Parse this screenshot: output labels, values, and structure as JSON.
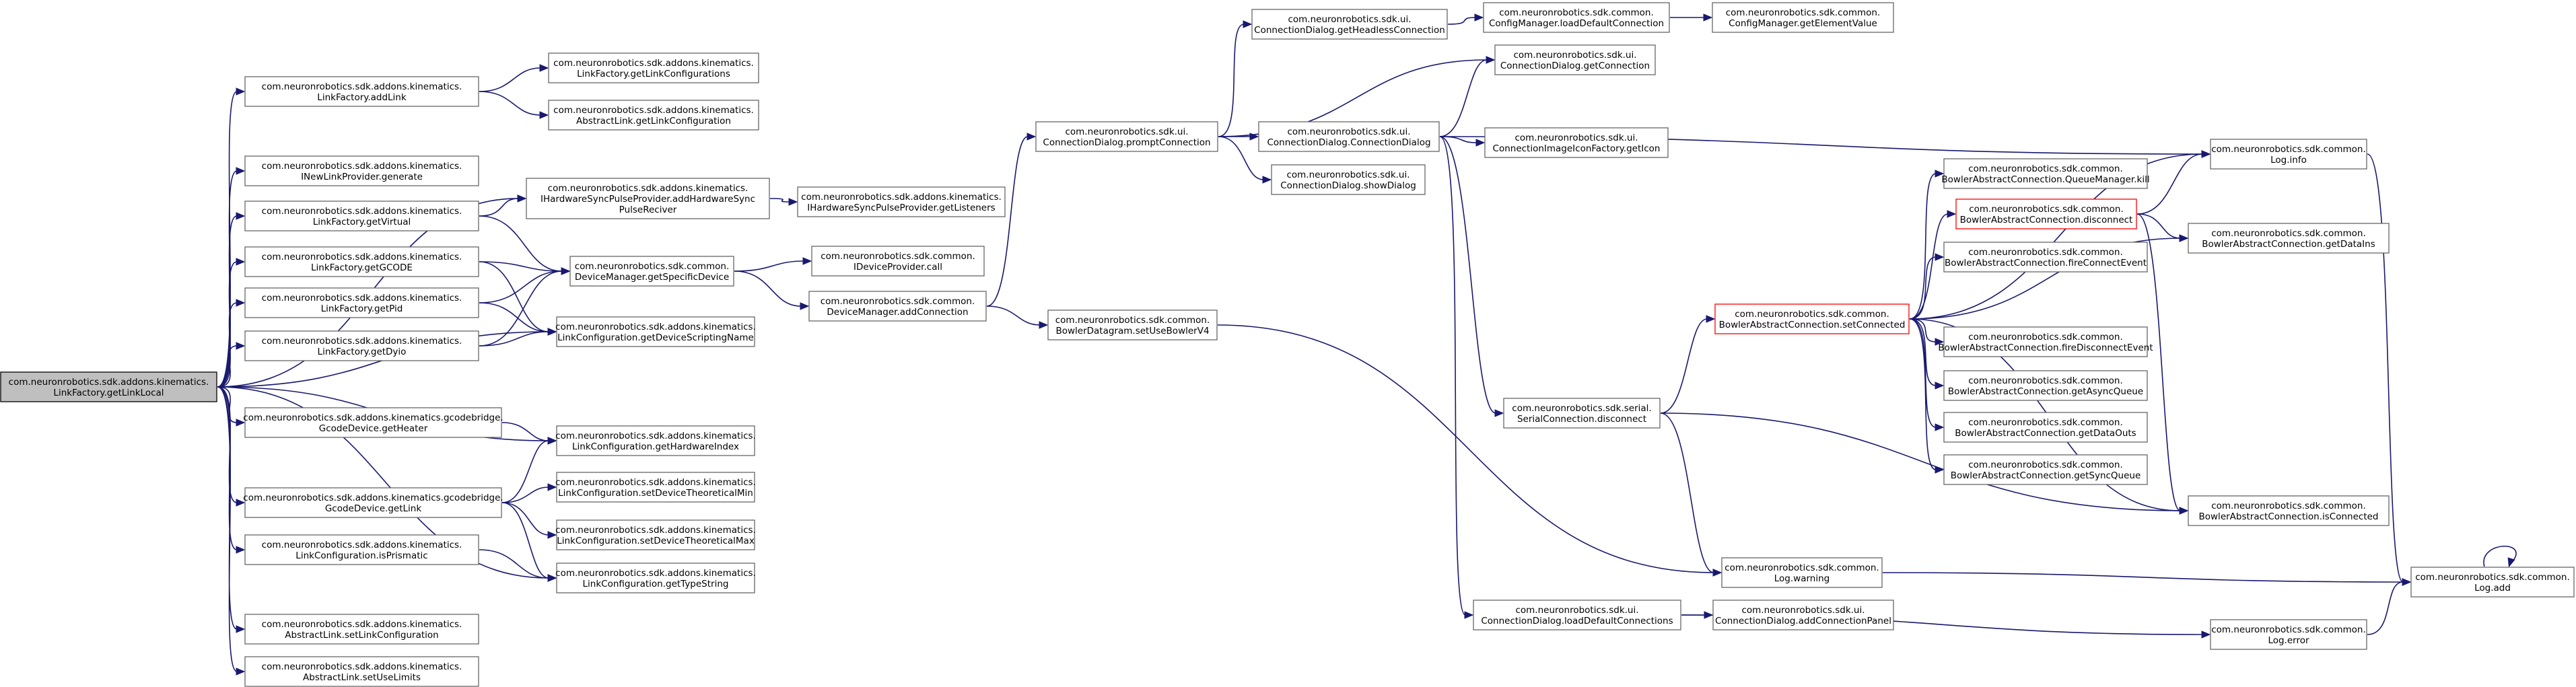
{
  "graph": {
    "nodes": [
      {
        "id": "root",
        "lines": [
          "com.neuronrobotics.sdk.addons.kinematics.",
          "LinkFactory.getLinkLocal"
        ],
        "style": "root"
      },
      {
        "id": "addLink",
        "lines": [
          "com.neuronrobotics.sdk.addons.kinematics.",
          "LinkFactory.addLink"
        ]
      },
      {
        "id": "getLinkConfigurations",
        "lines": [
          "com.neuronrobotics.sdk.addons.kinematics.",
          "LinkFactory.getLinkConfigurations"
        ]
      },
      {
        "id": "abstractGetLinkConfiguration",
        "lines": [
          "com.neuronrobotics.sdk.addons.kinematics.",
          "AbstractLink.getLinkConfiguration"
        ]
      },
      {
        "id": "iNewLinkProvider",
        "lines": [
          "com.neuronrobotics.sdk.addons.kinematics.",
          "INewLinkProvider.generate"
        ]
      },
      {
        "id": "getVirtual",
        "lines": [
          "com.neuronrobotics.sdk.addons.kinematics.",
          "LinkFactory.getVirtual"
        ]
      },
      {
        "id": "addHardwareSync",
        "lines": [
          "com.neuronrobotics.sdk.addons.kinematics.",
          "IHardwareSyncPulseProvider.addHardwareSync",
          "PulseReciver"
        ]
      },
      {
        "id": "getListeners",
        "lines": [
          "com.neuronrobotics.sdk.addons.kinematics.",
          "IHardwareSyncPulseProvider.getListeners"
        ]
      },
      {
        "id": "getGCODE",
        "lines": [
          "com.neuronrobotics.sdk.addons.kinematics.",
          "LinkFactory.getGCODE"
        ]
      },
      {
        "id": "getPid",
        "lines": [
          "com.neuronrobotics.sdk.addons.kinematics.",
          "LinkFactory.getPid"
        ]
      },
      {
        "id": "getDyio",
        "lines": [
          "com.neuronrobotics.sdk.addons.kinematics.",
          "LinkFactory.getDyio"
        ]
      },
      {
        "id": "getSpecificDevice",
        "lines": [
          "com.neuronrobotics.sdk.common.",
          "DeviceManager.getSpecificDevice"
        ]
      },
      {
        "id": "getDeviceScriptingName",
        "lines": [
          "com.neuronrobotics.sdk.addons.kinematics.",
          "LinkConfiguration.getDeviceScriptingName"
        ]
      },
      {
        "id": "iDeviceProviderCall",
        "lines": [
          "com.neuronrobotics.sdk.common.",
          "IDeviceProvider.call"
        ]
      },
      {
        "id": "addConnection",
        "lines": [
          "com.neuronrobotics.sdk.common.",
          "DeviceManager.addConnection"
        ]
      },
      {
        "id": "setUseBowlerV4",
        "lines": [
          "com.neuronrobotics.sdk.common.",
          "BowlerDatagram.setUseBowlerV4"
        ]
      },
      {
        "id": "promptConnection",
        "lines": [
          "com.neuronrobotics.sdk.ui.",
          "ConnectionDialog.promptConnection"
        ]
      },
      {
        "id": "getHeadlessConnection",
        "lines": [
          "com.neuronrobotics.sdk.ui.",
          "ConnectionDialog.getHeadlessConnection"
        ]
      },
      {
        "id": "loadDefaultConnection",
        "lines": [
          "com.neuronrobotics.sdk.common.",
          "ConfigManager.loadDefaultConnection"
        ]
      },
      {
        "id": "getElementValue",
        "lines": [
          "com.neuronrobotics.sdk.common.",
          "ConfigManager.getElementValue"
        ]
      },
      {
        "id": "getConnection",
        "lines": [
          "com.neuronrobotics.sdk.ui.",
          "ConnectionDialog.getConnection"
        ]
      },
      {
        "id": "connectionDialog",
        "lines": [
          "com.neuronrobotics.sdk.ui.",
          "ConnectionDialog.ConnectionDialog"
        ]
      },
      {
        "id": "showDialog",
        "lines": [
          "com.neuronrobotics.sdk.ui.",
          "ConnectionDialog.showDialog"
        ]
      },
      {
        "id": "getIcon",
        "lines": [
          "com.neuronrobotics.sdk.ui.",
          "ConnectionImageIconFactory.getIcon"
        ]
      },
      {
        "id": "logInfo",
        "lines": [
          "com.neuronrobotics.sdk.common.",
          "Log.info"
        ]
      },
      {
        "id": "queueManagerKill",
        "lines": [
          "com.neuronrobotics.sdk.common.",
          "BowlerAbstractConnection.QueueManager.kill"
        ]
      },
      {
        "id": "bacDisconnect",
        "lines": [
          "com.neuronrobotics.sdk.common.",
          "BowlerAbstractConnection.disconnect"
        ],
        "style": "trunc"
      },
      {
        "id": "getDataIns",
        "lines": [
          "com.neuronrobotics.sdk.common.",
          "BowlerAbstractConnection.getDataIns"
        ]
      },
      {
        "id": "setConnected",
        "lines": [
          "com.neuronrobotics.sdk.common.",
          "BowlerAbstractConnection.setConnected"
        ],
        "style": "trunc"
      },
      {
        "id": "fireConnectEvent",
        "lines": [
          "com.neuronrobotics.sdk.common.",
          "BowlerAbstractConnection.fireConnectEvent"
        ]
      },
      {
        "id": "fireDisconnectEvent",
        "lines": [
          "com.neuronrobotics.sdk.common.",
          "BowlerAbstractConnection.fireDisconnectEvent"
        ]
      },
      {
        "id": "getAsyncQueue",
        "lines": [
          "com.neuronrobotics.sdk.common.",
          "BowlerAbstractConnection.getAsyncQueue"
        ]
      },
      {
        "id": "getDataOuts",
        "lines": [
          "com.neuronrobotics.sdk.common.",
          "BowlerAbstractConnection.getDataOuts"
        ]
      },
      {
        "id": "getSyncQueue",
        "lines": [
          "com.neuronrobotics.sdk.common.",
          "BowlerAbstractConnection.getSyncQueue"
        ]
      },
      {
        "id": "isConnected",
        "lines": [
          "com.neuronrobotics.sdk.common.",
          "BowlerAbstractConnection.isConnected"
        ]
      },
      {
        "id": "serialDisconnect",
        "lines": [
          "com.neuronrobotics.sdk.serial.",
          "SerialConnection.disconnect"
        ]
      },
      {
        "id": "logWarning",
        "lines": [
          "com.neuronrobotics.sdk.common.",
          "Log.warning"
        ]
      },
      {
        "id": "logAdd",
        "lines": [
          "com.neuronrobotics.sdk.common.",
          "Log.add"
        ]
      },
      {
        "id": "loadDefaultConnections",
        "lines": [
          "com.neuronrobotics.sdk.ui.",
          "ConnectionDialog.loadDefaultConnections"
        ]
      },
      {
        "id": "addConnectionPanel",
        "lines": [
          "com.neuronrobotics.sdk.ui.",
          "ConnectionDialog.addConnectionPanel"
        ]
      },
      {
        "id": "logError",
        "lines": [
          "com.neuronrobotics.sdk.common.",
          "Log.error"
        ]
      },
      {
        "id": "gcodeGetHeater",
        "lines": [
          "com.neuronrobotics.sdk.addons.kinematics.gcodebridge.",
          "GcodeDevice.getHeater"
        ]
      },
      {
        "id": "getHardwareIndex",
        "lines": [
          "com.neuronrobotics.sdk.addons.kinematics.",
          "LinkConfiguration.getHardwareIndex"
        ]
      },
      {
        "id": "gcodeGetLink",
        "lines": [
          "com.neuronrobotics.sdk.addons.kinematics.gcodebridge.",
          "GcodeDevice.getLink"
        ]
      },
      {
        "id": "setDeviceTheoreticalMin",
        "lines": [
          "com.neuronrobotics.sdk.addons.kinematics.",
          "LinkConfiguration.setDeviceTheoreticalMin"
        ]
      },
      {
        "id": "setDeviceTheoreticalMax",
        "lines": [
          "com.neuronrobotics.sdk.addons.kinematics.",
          "LinkConfiguration.setDeviceTheoreticalMax"
        ]
      },
      {
        "id": "isPrismatic",
        "lines": [
          "com.neuronrobotics.sdk.addons.kinematics.",
          "LinkConfiguration.isPrismatic"
        ]
      },
      {
        "id": "getTypeString",
        "lines": [
          "com.neuronrobotics.sdk.addons.kinematics.",
          "LinkConfiguration.getTypeString"
        ]
      },
      {
        "id": "setLinkConfiguration",
        "lines": [
          "com.neuronrobotics.sdk.addons.kinematics.",
          "AbstractLink.setLinkConfiguration"
        ]
      },
      {
        "id": "setUseLimits",
        "lines": [
          "com.neuronrobotics.sdk.addons.kinematics.",
          "AbstractLink.setUseLimits"
        ]
      }
    ],
    "edges": [
      [
        "root",
        "addLink"
      ],
      [
        "root",
        "addHardwareSync"
      ],
      [
        "root",
        "iNewLinkProvider"
      ],
      [
        "root",
        "getVirtual"
      ],
      [
        "root",
        "getGCODE"
      ],
      [
        "root",
        "getPid"
      ],
      [
        "root",
        "getDyio"
      ],
      [
        "root",
        "getDeviceScriptingName"
      ],
      [
        "root",
        "gcodeGetHeater"
      ],
      [
        "root",
        "getHardwareIndex"
      ],
      [
        "root",
        "gcodeGetLink"
      ],
      [
        "root",
        "isPrismatic"
      ],
      [
        "root",
        "getTypeString"
      ],
      [
        "root",
        "setLinkConfiguration"
      ],
      [
        "root",
        "setUseLimits"
      ],
      [
        "addLink",
        "getLinkConfigurations"
      ],
      [
        "addLink",
        "abstractGetLinkConfiguration"
      ],
      [
        "getVirtual",
        "addHardwareSync"
      ],
      [
        "getVirtual",
        "getSpecificDevice"
      ],
      [
        "addHardwareSync",
        "getListeners"
      ],
      [
        "getGCODE",
        "getSpecificDevice"
      ],
      [
        "getGCODE",
        "getDeviceScriptingName"
      ],
      [
        "getPid",
        "getSpecificDevice"
      ],
      [
        "getPid",
        "getDeviceScriptingName"
      ],
      [
        "getDyio",
        "getSpecificDevice"
      ],
      [
        "getDyio",
        "getDeviceScriptingName"
      ],
      [
        "getSpecificDevice",
        "iDeviceProviderCall"
      ],
      [
        "getSpecificDevice",
        "addConnection"
      ],
      [
        "addConnection",
        "promptConnection"
      ],
      [
        "addConnection",
        "setUseBowlerV4"
      ],
      [
        "setUseBowlerV4",
        "logWarning"
      ],
      [
        "promptConnection",
        "getHeadlessConnection"
      ],
      [
        "promptConnection",
        "getConnection"
      ],
      [
        "promptConnection",
        "connectionDialog"
      ],
      [
        "promptConnection",
        "showDialog"
      ],
      [
        "getHeadlessConnection",
        "loadDefaultConnection"
      ],
      [
        "loadDefaultConnection",
        "getElementValue"
      ],
      [
        "connectionDialog",
        "getConnection"
      ],
      [
        "connectionDialog",
        "getIcon"
      ],
      [
        "connectionDialog",
        "logInfo"
      ],
      [
        "connectionDialog",
        "serialDisconnect"
      ],
      [
        "connectionDialog",
        "loadDefaultConnections"
      ],
      [
        "serialDisconnect",
        "setConnected"
      ],
      [
        "serialDisconnect",
        "logWarning"
      ],
      [
        "serialDisconnect",
        "isConnected"
      ],
      [
        "setConnected",
        "queueManagerKill"
      ],
      [
        "setConnected",
        "bacDisconnect"
      ],
      [
        "setConnected",
        "getDataIns"
      ],
      [
        "setConnected",
        "fireConnectEvent"
      ],
      [
        "setConnected",
        "fireDisconnectEvent"
      ],
      [
        "setConnected",
        "getAsyncQueue"
      ],
      [
        "setConnected",
        "getDataOuts"
      ],
      [
        "setConnected",
        "getSyncQueue"
      ],
      [
        "setConnected",
        "isConnected"
      ],
      [
        "setConnected",
        "logInfo"
      ],
      [
        "bacDisconnect",
        "logInfo"
      ],
      [
        "bacDisconnect",
        "getDataIns"
      ],
      [
        "bacDisconnect",
        "isConnected"
      ],
      [
        "logInfo",
        "logAdd"
      ],
      [
        "logWarning",
        "logAdd"
      ],
      [
        "logError",
        "logAdd"
      ],
      [
        "logAdd",
        "logAdd"
      ],
      [
        "loadDefaultConnections",
        "addConnectionPanel"
      ],
      [
        "loadDefaultConnections",
        "logError"
      ],
      [
        "gcodeGetHeater",
        "getHardwareIndex"
      ],
      [
        "gcodeGetLink",
        "getHardwareIndex"
      ],
      [
        "gcodeGetLink",
        "setDeviceTheoreticalMin"
      ],
      [
        "gcodeGetLink",
        "setDeviceTheoreticalMax"
      ],
      [
        "gcodeGetLink",
        "getTypeString"
      ],
      [
        "isPrismatic",
        "getTypeString"
      ]
    ]
  },
  "colors": {
    "edge": "#191970",
    "node_border": "#666666",
    "root_fill": "#bfbfbf",
    "truncated_border": "#ff0000"
  }
}
